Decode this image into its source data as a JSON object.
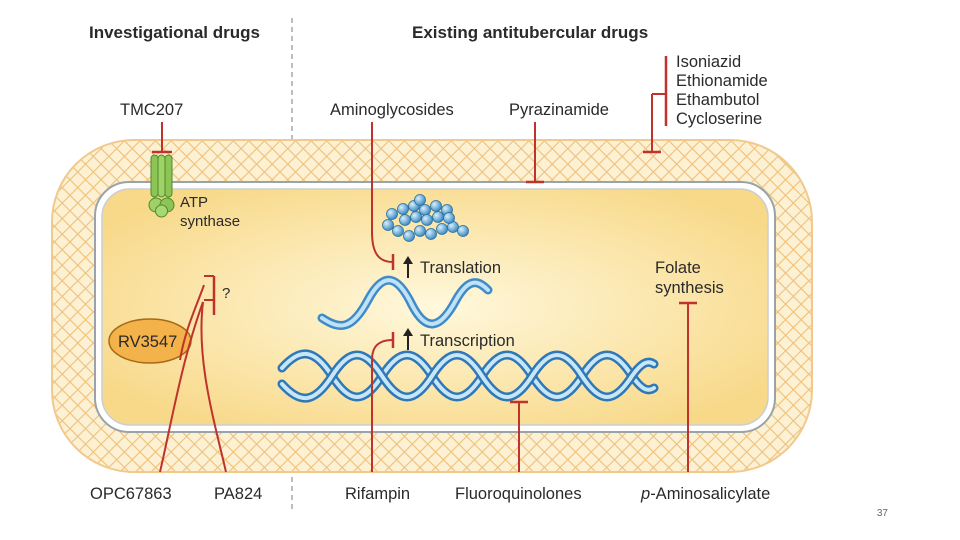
{
  "headers": {
    "investigational": "Investigational drugs",
    "existing": "Existing antitubercular drugs"
  },
  "drugs": {
    "tmc207": "TMC207",
    "aminoglycosides": "Aminoglycosides",
    "pyrazinamide": "Pyrazinamide",
    "cell_wall_group": [
      "Isoniazid",
      "Ethionamide",
      "Ethambutol",
      "Cycloserine"
    ],
    "rv3547": "RV3547",
    "opc67863": "OPC67863",
    "pa824": "PA824",
    "rifampin": "Rifampin",
    "fluoroquinolones": "Fluoroquinolones",
    "pas_prefix": "p",
    "pas_rest": "-Aminosalicylate"
  },
  "processes": {
    "atp_line1": "ATP",
    "atp_line2": "synthase",
    "unknown": "?",
    "translation": "Translation",
    "transcription": "Transcription",
    "folate_line1": "Folate",
    "folate_line2": "synthesis"
  },
  "colors": {
    "inhibition_red": "#c0332c",
    "cytoplasm": "#fbe7a6",
    "cell_wall": "#f4c983",
    "dna_blue": "#4f9fd6",
    "ribosome_blue": "#6bb4e3",
    "atp_green": "#8cc455",
    "rv_orange": "#f4b24a"
  },
  "footer": {
    "slide_number": "37"
  }
}
